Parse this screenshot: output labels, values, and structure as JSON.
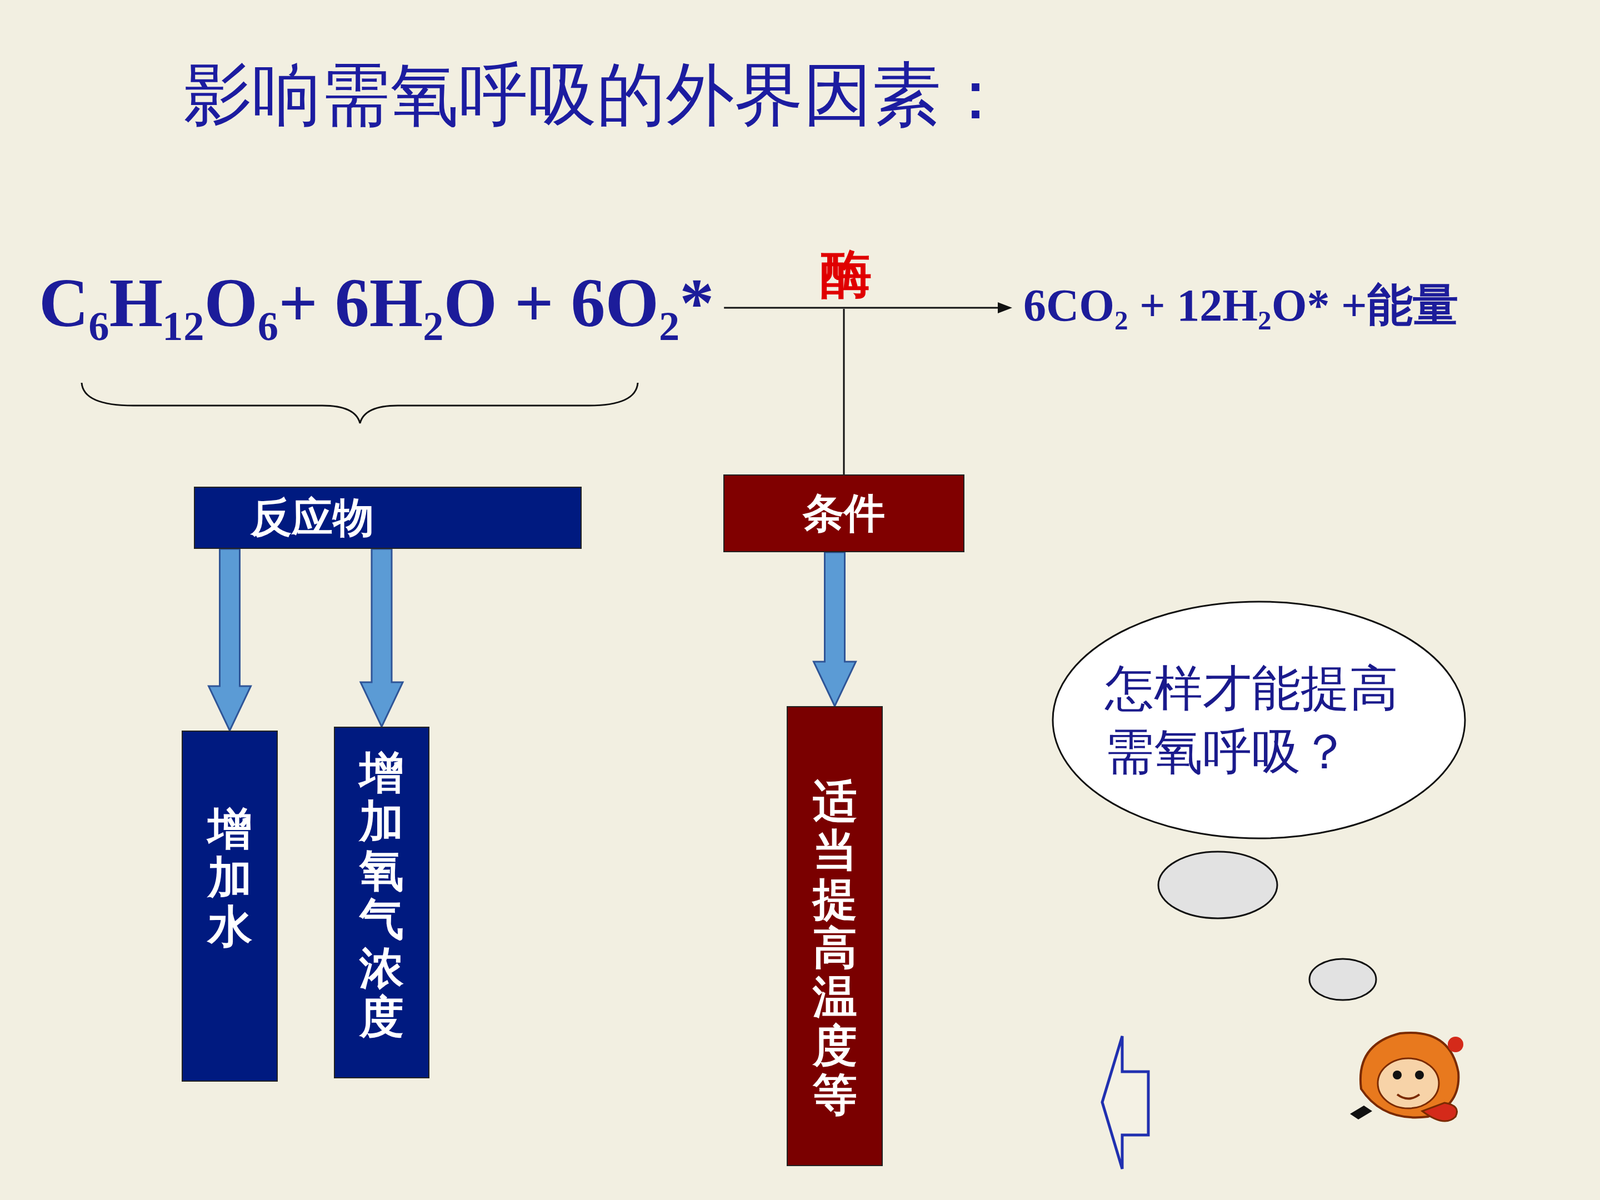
{
  "diagram": {
    "title": "影响需氧呼吸的外界因素：",
    "nodes": [
      {
        "text": [
          "反应物"
        ]
      },
      {
        "text": [
          "条件"
        ]
      },
      {
        "text": [
          "增加水"
        ]
      },
      {
        "text": [
          "增加氧气浓度"
        ]
      },
      {
        "text": [
          "适当提高温度等"
        ]
      },
      {
        "text": [
          "怎样才能提高 需氧呼吸？"
        ]
      }
    ],
    "edges": [
      {
        "from": 0,
        "to": 2,
        "arrow": "to"
      },
      {
        "from": 0,
        "to": 3,
        "arrow": "to"
      },
      {
        "from": 1,
        "to": 4,
        "arrow": "to"
      }
    ],
    "labels": [
      "C₆H₁₂O₆+ 6H₂O + 6O₂*",
      "酶",
      "6CO₂ + 12H₂O* +能量"
    ]
  }
}
